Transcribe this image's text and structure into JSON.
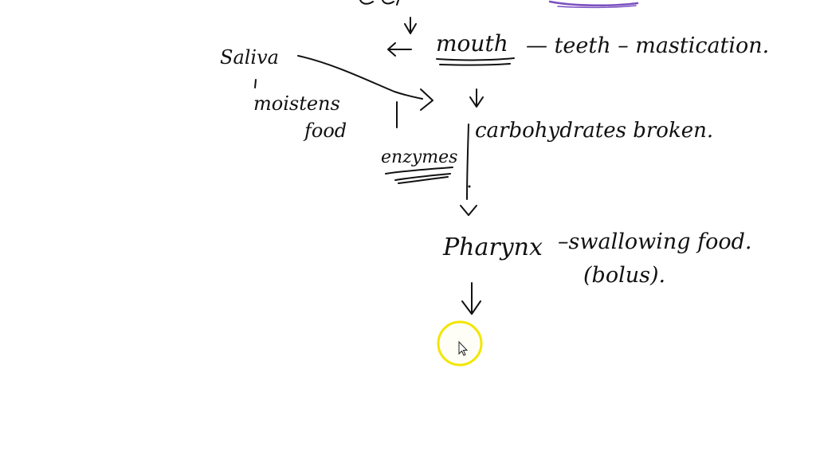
{
  "colors": {
    "ink": "#111111",
    "purple_underline": "#7a4fc0",
    "cursor_ring": "#f2e600",
    "background": "#ffffff"
  },
  "notes": {
    "saliva": "Saliva",
    "moistens_line1": "moistens",
    "moistens_line2": "food",
    "mouth": "mouth",
    "teeth_mastication": "— teeth – mastication.",
    "carbohydrates": "carbohydrates broken.",
    "enzymes": "enzymes",
    "pharynx": "Pharynx",
    "swallowing": "–swallowing food.",
    "bolus": "(bolus)."
  },
  "icons": {
    "cursor": "pointer-cursor-icon",
    "highlight": "cursor-highlight-ring"
  }
}
